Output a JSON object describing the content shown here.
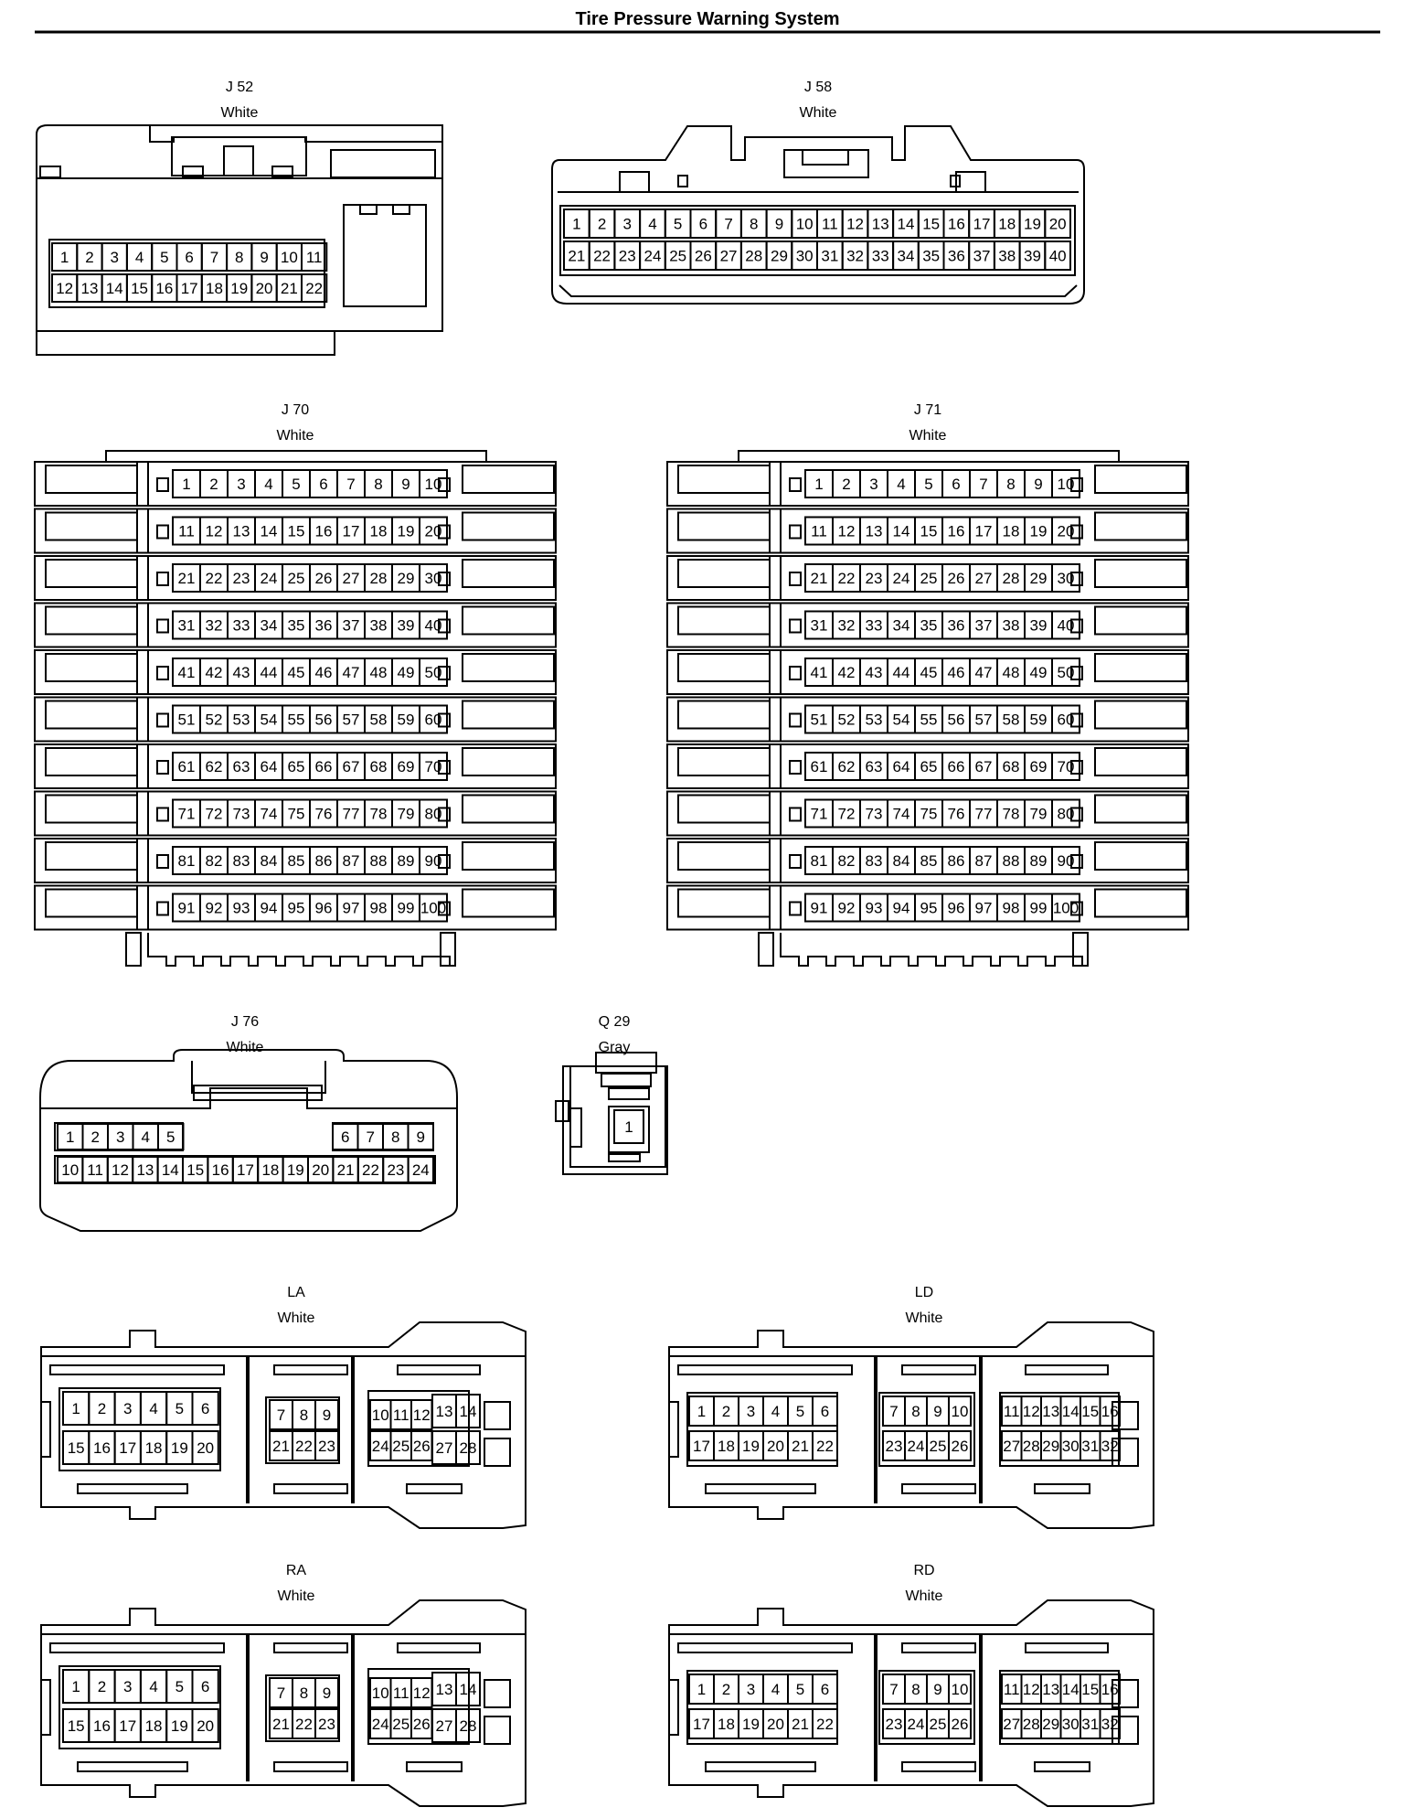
{
  "title": "Tire Pressure Warning System",
  "connectors": {
    "J52": {
      "id": "J 52",
      "color": "White"
    },
    "J58": {
      "id": "J 58",
      "color": "White"
    },
    "J70": {
      "id": "J 70",
      "color": "White"
    },
    "J71": {
      "id": "J 71",
      "color": "White"
    },
    "J76": {
      "id": "J 76",
      "color": "White"
    },
    "Q29": {
      "id": "Q 29",
      "color": "Gray"
    },
    "LA": {
      "id": "LA",
      "color": "White"
    },
    "LD": {
      "id": "LD",
      "color": "White"
    },
    "RA": {
      "id": "RA",
      "color": "White"
    },
    "RD": {
      "id": "RD",
      "color": "White"
    }
  }
}
